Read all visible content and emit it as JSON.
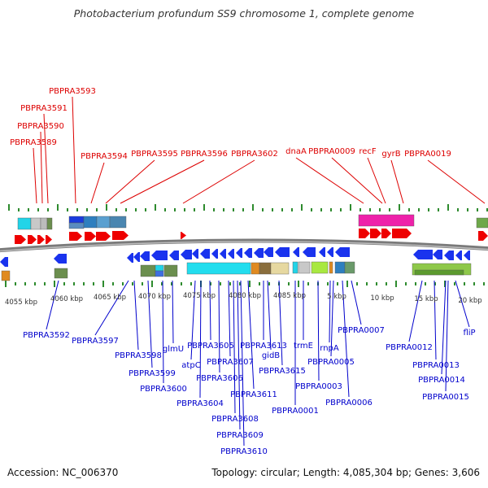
{
  "header": {
    "title": "Photobacterium profundum SS9 chromosome 1, complete genome"
  },
  "footer": {
    "accession": "Accession: NC_006370",
    "summary": "Topology: circular; Length: 4,085,304 bp; Genes: 3,606"
  },
  "colors": {
    "top_label": "#dd0000",
    "bottom_label": "#0000cc",
    "forward_arrow": "#ee0000",
    "reverse_arrow": "#1a33ee",
    "backbone": "#808080",
    "tick": "#2e8b2e"
  },
  "axis_labels": [
    "4055 kbp",
    "4060 kbp",
    "4065 kbp",
    "4070 kbp",
    "4075 kbp",
    "4080 kbp",
    "4085 kbp",
    "5 kbp",
    "10 kbp",
    "15 kbp",
    "20 kbp"
  ],
  "top_labels": [
    "PBPRA3593",
    "PBPRA3591",
    "PBPRA3590",
    "PBPRA3589",
    "PBPRA3594",
    "PBPRA3595",
    "PBPRA3596",
    "PBPRA3602",
    "dnaA",
    "PBPRA0009",
    "recF",
    "gyrB",
    "PBPRA0019"
  ],
  "bottom_labels": [
    "PBPRA3592",
    "PBPRA3597",
    "PBPRA3598",
    "PBPRA3599",
    "PBPRA3600",
    "glmU",
    "atpC",
    "PBPRA3604",
    "PBPRA3605",
    "PBPRA3606",
    "PBPRA3607",
    "PBPRA3608",
    "PBPRA3609",
    "PBPRA3610",
    "PBPRA3611",
    "PBPRA3613",
    "gidB",
    "PBPRA3615",
    "trmE",
    "PBPRA0001",
    "rnpA",
    "PBPRA0003",
    "PBPRA0005",
    "PBPRA0006",
    "PBPRA0007",
    "PBPRA0012",
    "PBPRA0013",
    "PBPRA0014",
    "PBPRA0015",
    "fliP"
  ]
}
